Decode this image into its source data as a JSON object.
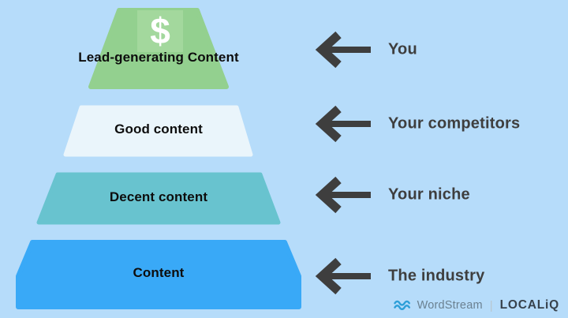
{
  "colors": {
    "background": "#b6dcfa",
    "arrow": "#3e3e3e",
    "level_label_text": "#0d0d0d",
    "annotation_text": "#3e3e3e"
  },
  "pyramid": {
    "levels": [
      {
        "label": "Lead-generating Content",
        "color": "#93d08f",
        "badge": "$",
        "badge_bg": "#a3d89d",
        "badge_text_color": "#ffffff"
      },
      {
        "label": "Good content",
        "color": "#eaf5fb"
      },
      {
        "label": "Decent content",
        "color": "#68c3cf"
      },
      {
        "label": "Content",
        "color": "#39a9f7"
      }
    ]
  },
  "annotations": [
    {
      "label": "You"
    },
    {
      "label": "Your competitors"
    },
    {
      "label": "Your niche"
    },
    {
      "label": "The industry"
    }
  ],
  "footer": {
    "wordstream": "WordStream",
    "divider": "|",
    "localiq": "LOCALiQ",
    "wave_color": "#2d9fd8",
    "wordstream_color": "#6b8191",
    "localiq_color": "#37424c"
  }
}
